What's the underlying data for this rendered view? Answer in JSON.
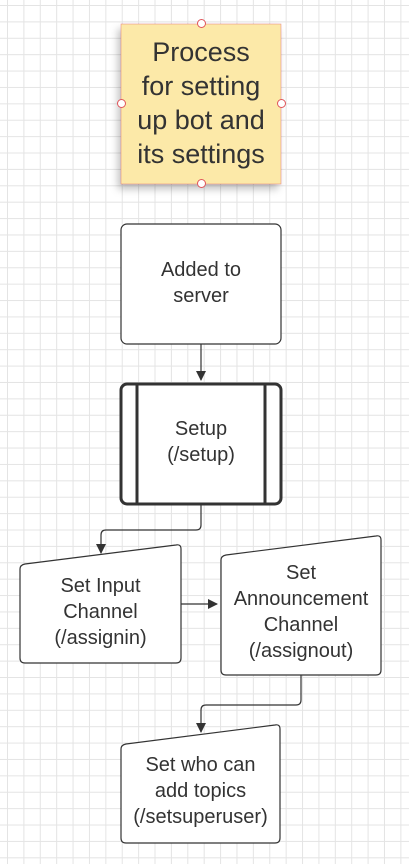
{
  "sticky_note": {
    "lines": [
      "Process",
      "for setting",
      "up bot and",
      "its settings"
    ],
    "color": "#fce9a8",
    "selected": true
  },
  "nodes": {
    "added": {
      "lines": [
        "Added to",
        "server"
      ],
      "shape": "process"
    },
    "setup": {
      "lines": [
        "Setup",
        "(/setup)"
      ],
      "shape": "predefined-process"
    },
    "input_channel": {
      "lines": [
        "Set Input",
        "Channel",
        "(/assignin)"
      ],
      "shape": "manual-input"
    },
    "announcement_channel": {
      "lines": [
        "Set",
        "Announcement",
        "Channel",
        "(/assignout)"
      ],
      "shape": "manual-input"
    },
    "superuser": {
      "lines": [
        "Set who can",
        "add topics",
        "(/setsuperuser)"
      ],
      "shape": "manual-input"
    }
  },
  "colors": {
    "grid": "#e4e4e4",
    "stroke": "#333333",
    "text": "#333333",
    "selection_handle": "#e0555a"
  },
  "edges": [
    {
      "from": "added",
      "to": "setup"
    },
    {
      "from": "setup",
      "to": "input_channel"
    },
    {
      "from": "input_channel",
      "to": "announcement_channel"
    },
    {
      "from": "announcement_channel",
      "to": "superuser"
    }
  ]
}
